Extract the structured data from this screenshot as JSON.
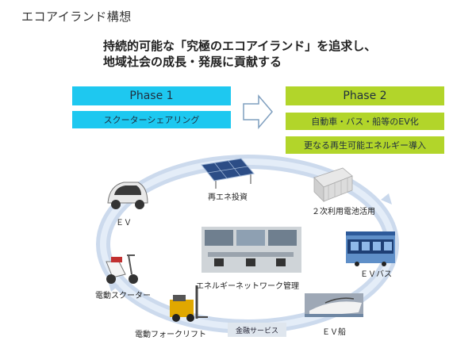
{
  "page": {
    "title": "エコアイランド構想",
    "headline_line1": "持続的可能な「究極のエコアイランド」を追求し、",
    "headline_line2": "地域社会の成長・発展に貢献する"
  },
  "phase1": {
    "title": "Phase 1",
    "items": [
      "スクーターシェアリング"
    ]
  },
  "phase2": {
    "title": "Phase 2",
    "items": [
      "自動車・バス・船等のEV化",
      "更なる再生可能エネルギー導入"
    ]
  },
  "cycle": {
    "items": [
      {
        "label": "再エネ投資",
        "icon": "solar-panel-icon"
      },
      {
        "label": "２次利用電池活用",
        "icon": "battery-rack-icon"
      },
      {
        "label": "ＥＶバス",
        "icon": "ev-bus-icon"
      },
      {
        "label": "ＥＶ船",
        "icon": "ev-ship-icon"
      },
      {
        "label": "金融サービス",
        "icon": "finance-icon"
      },
      {
        "label": "電動フォークリフト",
        "icon": "forklift-icon"
      },
      {
        "label": "電動スクーター",
        "icon": "scooter-icon"
      },
      {
        "label": "ＥＶ",
        "icon": "ev-car-icon"
      }
    ],
    "center": {
      "label": "エネルギーネットワーク管理",
      "icon": "control-room-icon"
    }
  },
  "colors": {
    "phase1": "#1ec8f0",
    "phase2": "#b2d52a",
    "cycle_arrow": "#c9d8ec",
    "finance_bg": "#dfe6ee"
  }
}
